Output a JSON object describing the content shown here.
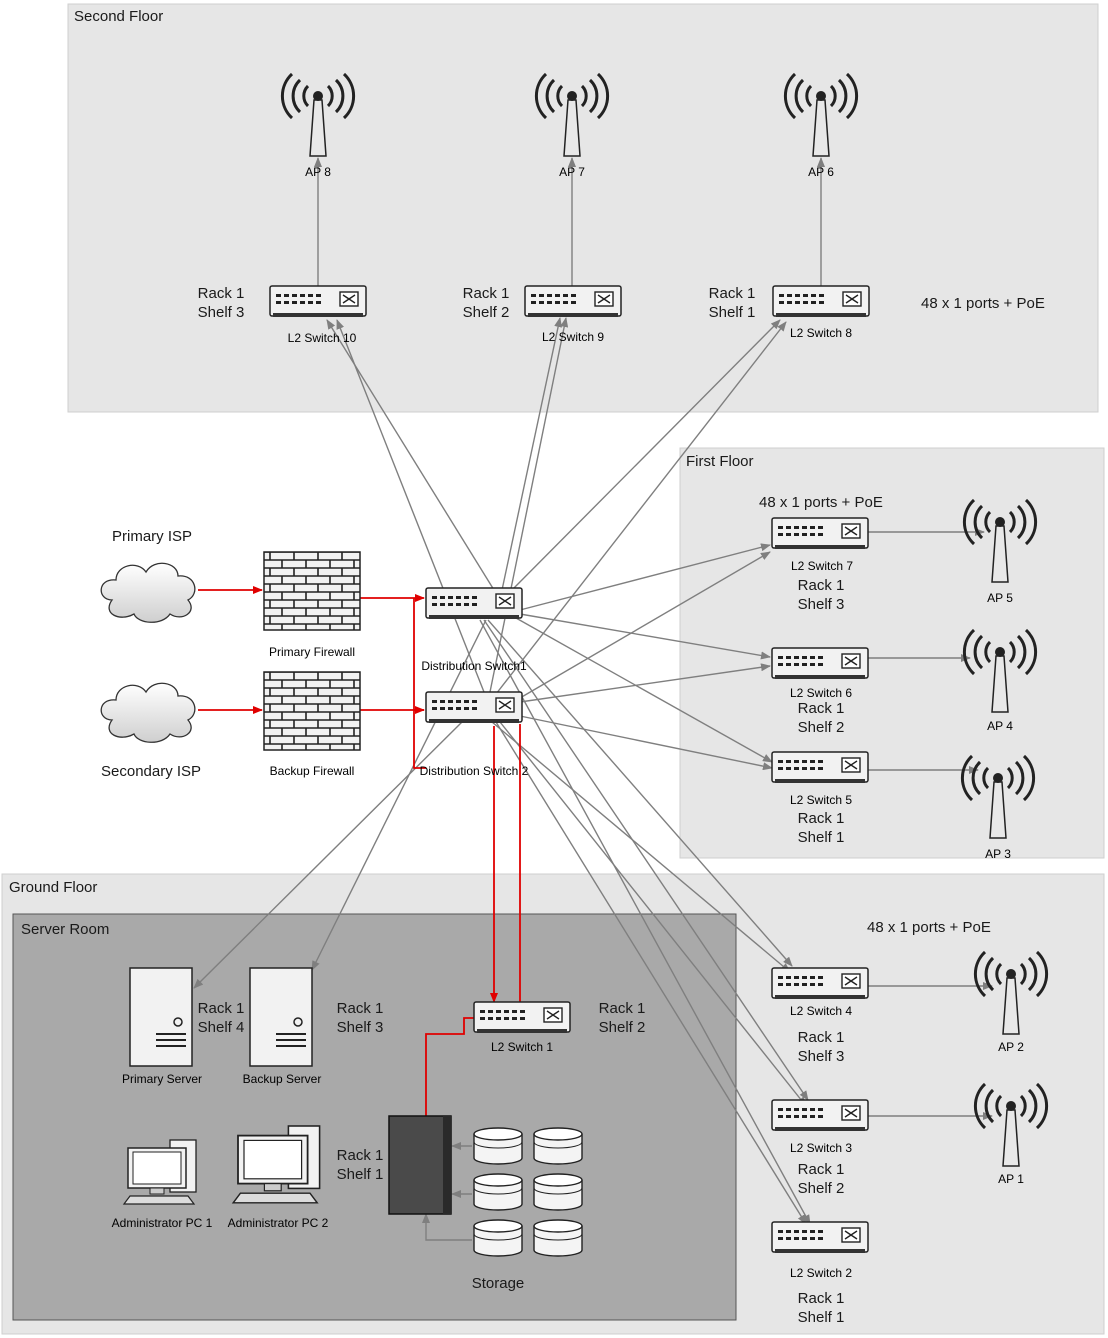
{
  "zones": {
    "second_floor": "Second Floor",
    "first_floor": "First Floor",
    "ground_floor": "Ground Floor",
    "server_room": "Server Room"
  },
  "isps": {
    "primary": "Primary ISP",
    "secondary": "Secondary ISP"
  },
  "firewalls": {
    "primary": "Primary Firewall",
    "backup": "Backup Firewall"
  },
  "distribution": {
    "ds1": "Distribution Switch1",
    "ds2": "Distribution Switch 2"
  },
  "port_notes": {
    "second_floor": "48 x 1 ports + PoE",
    "first_floor": "48 x 1 ports + PoE",
    "ground_floor": "48 x 1 ports + PoE"
  },
  "switches": {
    "sw10": {
      "label": "L2 Switch 10",
      "rack": "Rack 1",
      "shelf": "Shelf 3"
    },
    "sw9": {
      "label": "L2 Switch 9",
      "rack": "Rack 1",
      "shelf": "Shelf 2"
    },
    "sw8": {
      "label": "L2 Switch 8",
      "rack": "Rack 1",
      "shelf": "Shelf 1"
    },
    "sw7": {
      "label": "L2 Switch 7",
      "rack": "Rack 1",
      "shelf": "Shelf 3"
    },
    "sw6": {
      "label": "L2 Switch 6",
      "rack": "Rack 1",
      "shelf": "Shelf 2"
    },
    "sw5": {
      "label": "L2 Switch 5",
      "rack": "Rack 1",
      "shelf": "Shelf 1"
    },
    "sw4": {
      "label": "L2 Switch 4",
      "rack": "Rack 1",
      "shelf": "Shelf 3"
    },
    "sw3": {
      "label": "L2 Switch 3",
      "rack": "Rack 1",
      "shelf": "Shelf 2"
    },
    "sw2": {
      "label": "L2 Switch 2",
      "rack": "Rack 1",
      "shelf": "Shelf 1"
    },
    "sw1": {
      "label": "L2 Switch 1",
      "rack": "Rack 1",
      "shelf": "Shelf 2"
    }
  },
  "access_points": {
    "ap8": "AP 8",
    "ap7": "AP 7",
    "ap6": "AP 6",
    "ap5": "AP 5",
    "ap4": "AP 4",
    "ap3": "AP 3",
    "ap2": "AP 2",
    "ap1": "AP 1"
  },
  "servers": {
    "primary": {
      "label": "Primary Server",
      "rack": "Rack 1",
      "shelf": "Shelf 4"
    },
    "backup": {
      "label": "Backup Server",
      "rack": "Rack 1",
      "shelf": "Shelf 3"
    }
  },
  "pcs": {
    "pc1": "Administrator PC 1",
    "pc2": "Administrator PC 2"
  },
  "storage": {
    "label": "Storage",
    "rack": "Rack 1",
    "shelf": "Shelf 1"
  },
  "colors": {
    "zone_bg": "#e6e6e6",
    "server_room_bg": "#a9a9a9",
    "link_gray": "#7f7f7f",
    "link_red": "#e00000"
  }
}
